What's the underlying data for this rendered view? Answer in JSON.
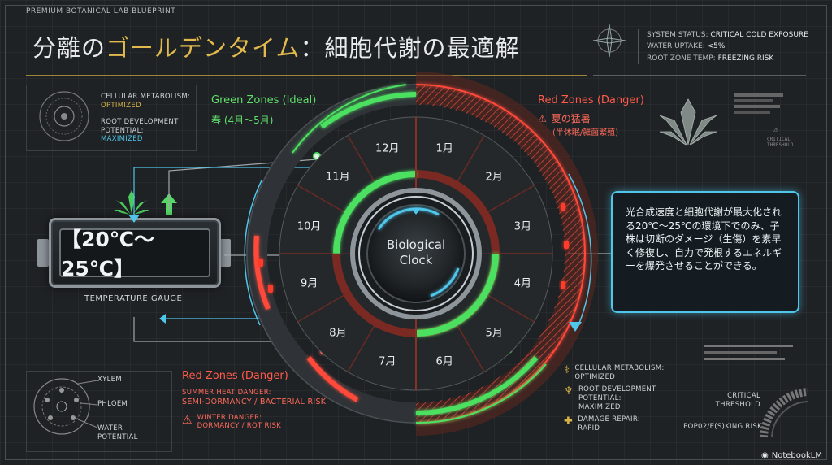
{
  "header": {
    "top_label": "PREMIUM BOTANICAL LAB BLUEPRINT",
    "title_pre": "分離の",
    "title_gold": "ゴールデンタイム",
    "title_post": "：細胞代謝の最適解"
  },
  "status": {
    "line1_key": "SYSTEM STATUS:",
    "line1_val": "CRITICAL COLD EXPOSURE",
    "line2_key": "WATER UPTAKE:",
    "line2_val": "<5%",
    "line3_key": "ROOT ZONE TEMP:",
    "line3_val": "FREEZING RISK"
  },
  "top_left_panel": {
    "metabolism_label": "CELLULAR METABOLISM:",
    "metabolism_val": "OPTIMIZED",
    "root_label": "ROOT DEVELOPMENT POTENTIAL:",
    "root_val": "MAXIMIZED"
  },
  "green_zone": {
    "title": "Green Zones (Ideal)",
    "sub": "春 (4月～5月)"
  },
  "red_zone_top": {
    "title": "Red Zones (Danger)",
    "sub": "夏の猛暑",
    "sub2": "(半休眠/雑菌繁殖)"
  },
  "red_zone_bottom": {
    "title": "Red Zones (Danger)",
    "summer_label": "SUMMER HEAT DANGER:",
    "summer_val": "SEMI-DORMANCY / BACTERIAL RISK",
    "winter_label": "WINTER DANGER:",
    "winter_val": "DORMANCY / ROT RISK"
  },
  "gauge": {
    "value": "【20℃～25℃】",
    "label": "TEMPERATURE GAUGE"
  },
  "clock": {
    "center_line1": "Biological",
    "center_line2": "Clock",
    "months": [
      "1月",
      "2月",
      "3月",
      "4月",
      "5月",
      "6月",
      "7月",
      "8月",
      "9月",
      "10月",
      "11月",
      "12月"
    ]
  },
  "info_box": {
    "text": "光合成速度と細胞代謝が最大化される20℃～25℃の環境下でのみ、子株は切断のダメージ（生傷）を素早く修復し、自力で発根するエネルギーを爆発させることができる。"
  },
  "bottom_left_panel": {
    "xylem": "XYLEM",
    "phloem": "PHLOEM",
    "water": "WATER POTENTIAL"
  },
  "legend": {
    "item1_label": "CELLULAR METABOLISM:",
    "item1_val": "OPTIMIZED",
    "item2_label": "ROOT DEVELOPMENT POTENTIAL:",
    "item2_val": "MAXIMIZED",
    "item3_label": "DAMAGE REPAIR:",
    "item3_val": "RAPID"
  },
  "right_panel": {
    "critical": "CRITICAL THRESHOLD",
    "pop": "POP02/E(S)KING RISK",
    "small_label": "CRITICAL THRESHOLD"
  },
  "footer": {
    "brand": "NotebookLM"
  },
  "colors": {
    "green": "#5fe06a",
    "red": "#ff4a3a",
    "cyan": "#4fc6ea",
    "gold": "#d8b347"
  }
}
